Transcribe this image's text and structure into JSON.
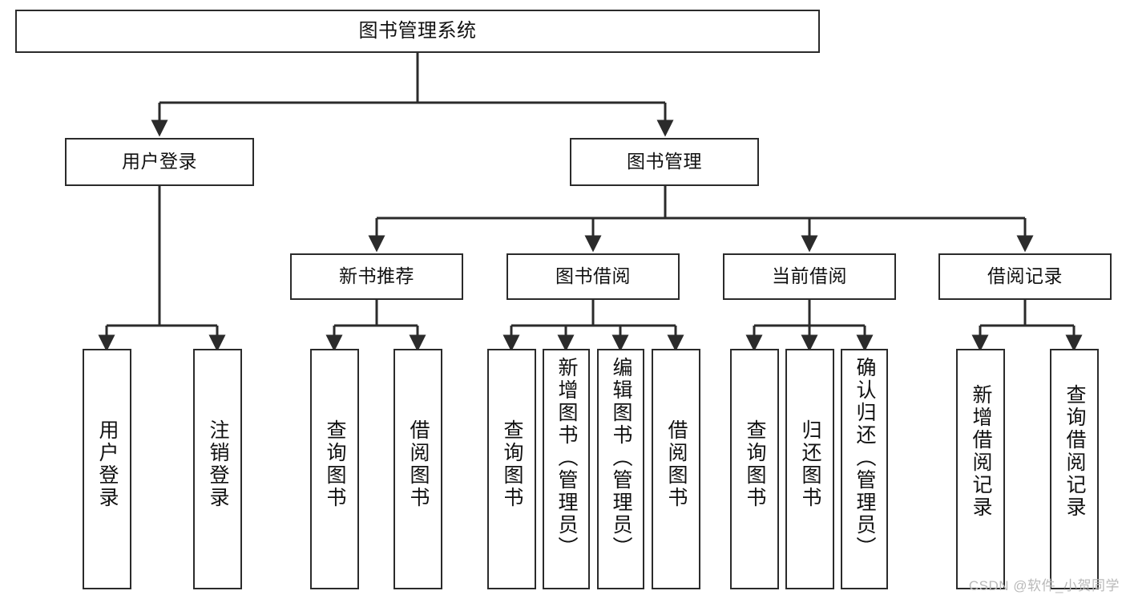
{
  "diagram": {
    "type": "tree-hierarchy-chart",
    "title_node": {
      "id": "root",
      "label": "图书管理系统"
    },
    "level2": [
      {
        "id": "user-login",
        "label": "用户登录"
      },
      {
        "id": "book-management",
        "label": "图书管理"
      }
    ],
    "level3": [
      {
        "id": "new-book-recommend",
        "label": "新书推荐",
        "parent": "book-management"
      },
      {
        "id": "book-borrow",
        "label": "图书借阅",
        "parent": "book-management"
      },
      {
        "id": "current-borrow",
        "label": "当前借阅",
        "parent": "book-management"
      },
      {
        "id": "borrow-record",
        "label": "借阅记录",
        "parent": "book-management"
      }
    ],
    "leaves": {
      "user_login": [
        {
          "id": "leaf-user-login",
          "label": "用户登录"
        },
        {
          "id": "leaf-logout",
          "label": "注销登录"
        }
      ],
      "new_book_recommend": [
        {
          "id": "leaf-query-book-1",
          "label": "查询图书"
        },
        {
          "id": "leaf-borrow-book-1",
          "label": "借阅图书"
        }
      ],
      "book_borrow": [
        {
          "id": "leaf-query-book-2",
          "label": "查询图书"
        },
        {
          "id": "leaf-add-book",
          "label": "新增图书（管理员）"
        },
        {
          "id": "leaf-edit-book",
          "label": "编辑图书（管理员）"
        },
        {
          "id": "leaf-borrow-book-2",
          "label": "借阅图书"
        }
      ],
      "current_borrow": [
        {
          "id": "leaf-query-book-3",
          "label": "查询图书"
        },
        {
          "id": "leaf-return-book",
          "label": "归还图书"
        },
        {
          "id": "leaf-confirm-return",
          "label": "确认归还（管理员）"
        }
      ],
      "borrow_record": [
        {
          "id": "leaf-add-record",
          "label": "新增借阅记录"
        },
        {
          "id": "leaf-query-record",
          "label": "查询借阅记录"
        }
      ]
    },
    "watermark": "CSDN @软件_小贺同学",
    "colors": {
      "stroke": "#2b2b2b",
      "fill": "#ffffff",
      "text": "#111111",
      "watermark": "#b9b9b9"
    }
  }
}
